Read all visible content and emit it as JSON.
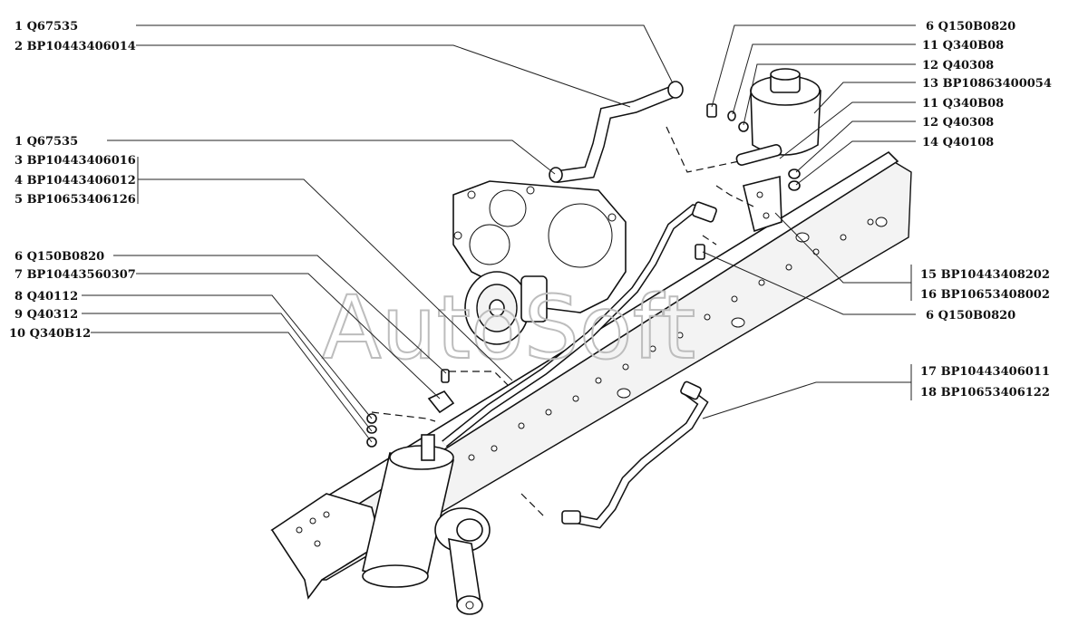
{
  "watermark": "AutoSoft",
  "callouts_left": [
    {
      "text": "1 Q67535"
    },
    {
      "text": "2 BP10443406014"
    },
    {
      "text": "1 Q67535"
    },
    {
      "text": "3 BP10443406016"
    },
    {
      "text": "4 BP10443406012"
    },
    {
      "text": "5 BP10653406126"
    },
    {
      "text": "6 Q150B0820"
    },
    {
      "text": "7 BP10443560307"
    },
    {
      "text": "8 Q40112"
    },
    {
      "text": "9 Q40312"
    },
    {
      "text": "10 Q340B12"
    }
  ],
  "callouts_right": [
    {
      "text": "6 Q150B0820"
    },
    {
      "text": "11 Q340B08"
    },
    {
      "text": "12 Q40308"
    },
    {
      "text": "13 BP10863400054"
    },
    {
      "text": "11 Q340B08"
    },
    {
      "text": "12 Q40308"
    },
    {
      "text": "14 Q40108"
    },
    {
      "text": "15 BP10443408202"
    },
    {
      "text": "16 BP10653408002"
    },
    {
      "text": "6 Q150B0820"
    },
    {
      "text": "17 BP10443406011"
    },
    {
      "text": "18 BP10653406122"
    }
  ]
}
